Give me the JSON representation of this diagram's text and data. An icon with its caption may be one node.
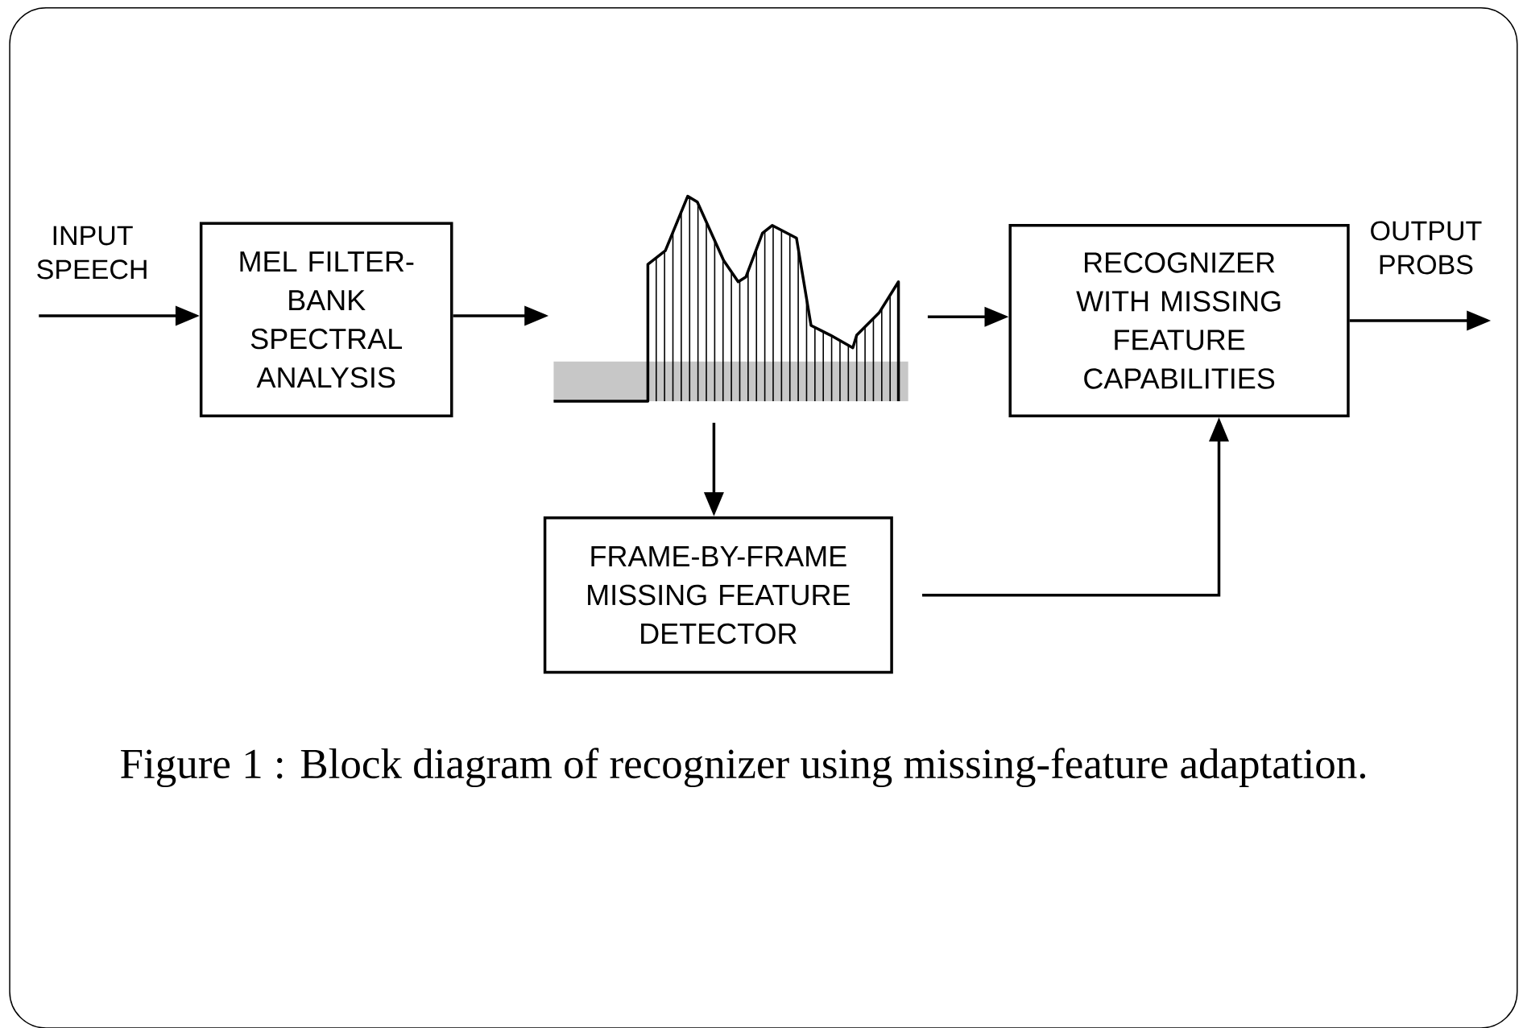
{
  "diagram": {
    "caption": "Figure 1 : Block diagram of recognizer using missing-feature adaptation.",
    "nodes": [
      {
        "text": [
          "MEL FILTER-BANK SPECTRAL ANALYSIS"
        ]
      },
      {
        "text": [],
        "shape": "picture"
      },
      {
        "text": [
          "RECOGNIZER WITH MISSING FEATURE CAPABILITIES"
        ]
      },
      {
        "text": [
          "FRAME-BY-FRAME MISSING FEATURE DETECTOR"
        ]
      }
    ],
    "edges": [
      {
        "from": null,
        "to": 0,
        "arrow": "to",
        "label": "INPUT SPEECH"
      },
      {
        "from": 0,
        "to": 1,
        "arrow": "to"
      },
      {
        "from": 1,
        "to": 2,
        "arrow": "to"
      },
      {
        "from": 1,
        "to": 3,
        "arrow": "to"
      },
      {
        "from": 3,
        "to": 2,
        "arrow": "to"
      },
      {
        "from": 2,
        "to": null,
        "arrow": "to",
        "label": "OUTPUT PROBS"
      }
    ]
  }
}
